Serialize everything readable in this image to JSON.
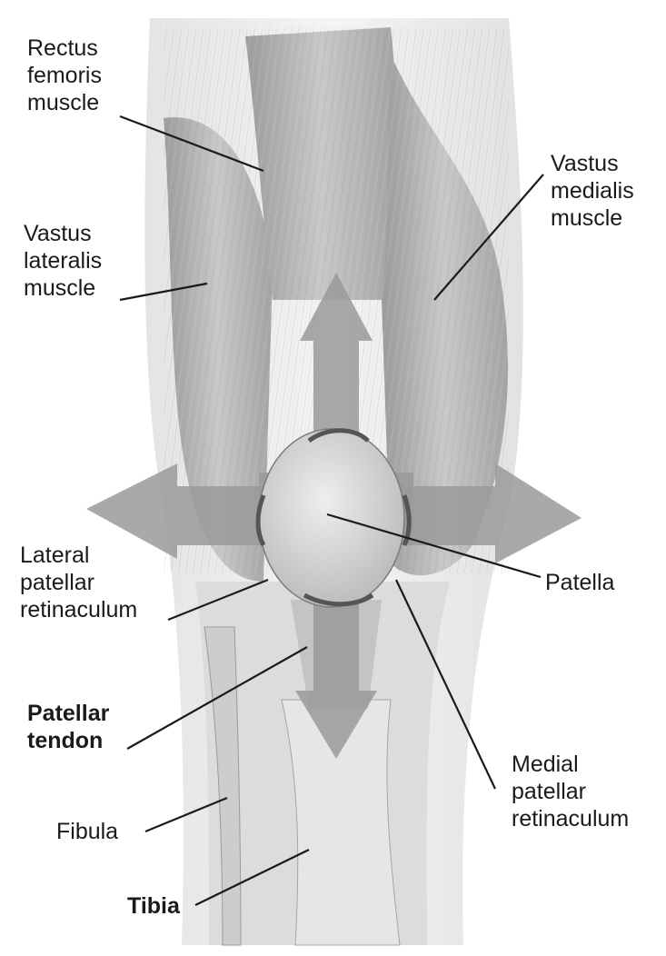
{
  "labels": {
    "rectus_femoris": "Rectus\nfemoris\nmuscle",
    "vastus_lateralis": "Vastus\nlateralis\nmuscle",
    "vastus_medialis": "Vastus\nmedialis\nmuscle",
    "lateral_retinaculum": "Lateral\npatellar\nretinaculum",
    "patella": "Patella",
    "patellar_tendon": "Patellar\ntendon",
    "medial_retinaculum": "Medial\npatellar\nretinaculum",
    "fibula": "Fibula",
    "tibia": "Tibia"
  },
  "colors": {
    "muscle": "#b9b9b9",
    "muscle_dark": "#8e8e8e",
    "skin": "#f1f1f1",
    "arrow": "#9a9a9a",
    "bone": "#d9d9d9",
    "leader_line": "#1a1a1a"
  }
}
